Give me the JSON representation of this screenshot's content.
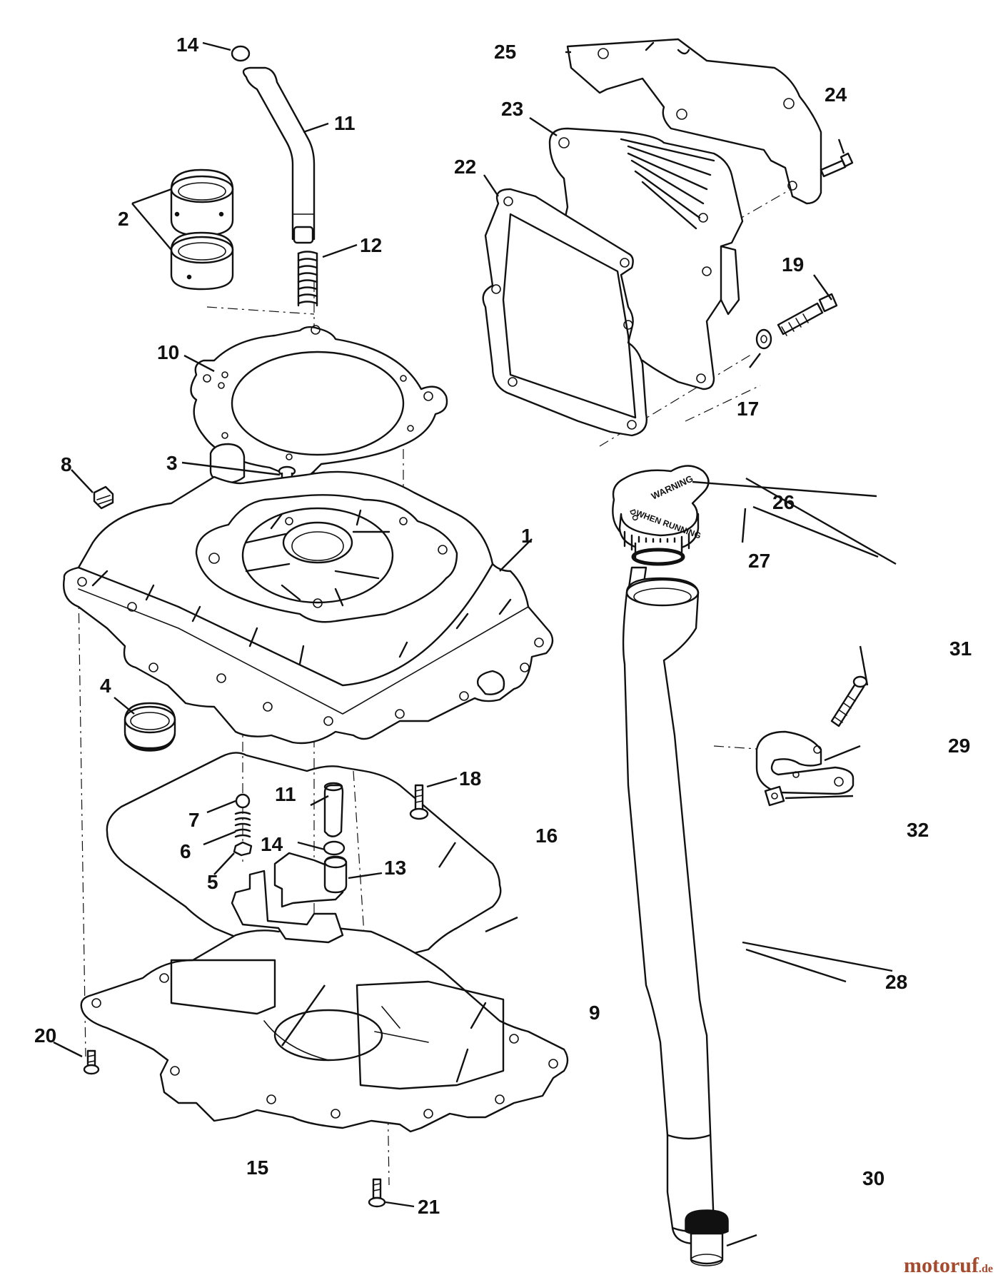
{
  "callouts": [
    {
      "id": "1",
      "label": "1"
    },
    {
      "id": "2",
      "label": "2"
    },
    {
      "id": "3",
      "label": "3"
    },
    {
      "id": "4",
      "label": "4"
    },
    {
      "id": "5",
      "label": "5"
    },
    {
      "id": "6",
      "label": "6"
    },
    {
      "id": "7",
      "label": "7"
    },
    {
      "id": "8",
      "label": "8"
    },
    {
      "id": "9",
      "label": "9"
    },
    {
      "id": "10",
      "label": "10"
    },
    {
      "id": "11a",
      "label": "11"
    },
    {
      "id": "11b",
      "label": "11"
    },
    {
      "id": "12",
      "label": "12"
    },
    {
      "id": "13",
      "label": "13"
    },
    {
      "id": "14a",
      "label": "14"
    },
    {
      "id": "14b",
      "label": "14"
    },
    {
      "id": "15",
      "label": "15"
    },
    {
      "id": "16",
      "label": "16"
    },
    {
      "id": "17",
      "label": "17"
    },
    {
      "id": "18",
      "label": "18"
    },
    {
      "id": "19",
      "label": "19"
    },
    {
      "id": "20",
      "label": "20"
    },
    {
      "id": "21",
      "label": "21"
    },
    {
      "id": "22",
      "label": "22"
    },
    {
      "id": "23",
      "label": "23"
    },
    {
      "id": "24",
      "label": "24"
    },
    {
      "id": "25",
      "label": "25"
    },
    {
      "id": "26",
      "label": "26"
    },
    {
      "id": "27",
      "label": "27"
    },
    {
      "id": "28",
      "label": "28"
    },
    {
      "id": "29",
      "label": "29"
    },
    {
      "id": "30",
      "label": "30"
    },
    {
      "id": "31",
      "label": "31"
    },
    {
      "id": "32",
      "label": "32"
    }
  ],
  "cap_text": {
    "line1": "WARNING",
    "line2": "DO",
    "line3": "WHEN RUNNING"
  },
  "watermark": {
    "main": "motoruf",
    "tld": ".de"
  }
}
